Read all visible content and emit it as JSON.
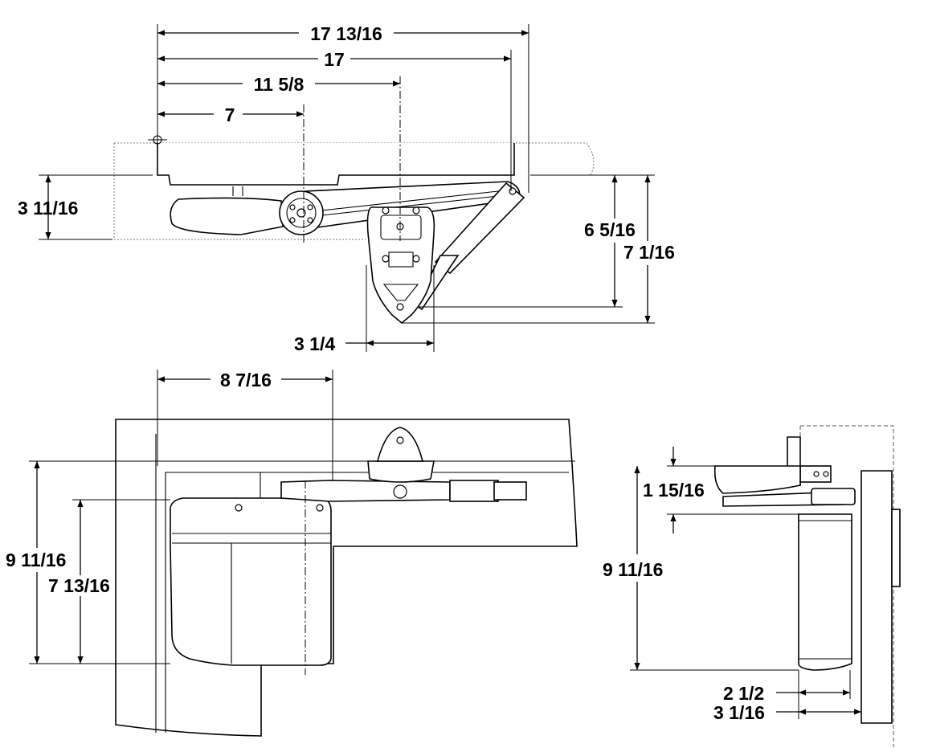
{
  "dimensions": {
    "top_view": {
      "overall_length": "17 13/16",
      "pivot_length": "17",
      "mid_length": "11 5/8",
      "spindle_offset": "7",
      "height": "3 11/16",
      "arm_drop_1": "6 5/16",
      "arm_drop_2": "7 1/16",
      "bracket_width": "3 1/4"
    },
    "front_view": {
      "spindle_offset": "8 7/16",
      "overall_height": "9 11/16",
      "body_height": "7 13/16"
    },
    "side_view": {
      "arm_offset": "1 15/16",
      "overall_height": "9 11/16",
      "body_depth": "2 1/2",
      "overall_depth": "3 1/16"
    }
  },
  "colors": {
    "line": "#000000",
    "background": "#ffffff",
    "hidden_line": "#555555"
  },
  "icons": [
    "arrowhead",
    "spindle-gear-icon",
    "screw-hole-icon"
  ]
}
